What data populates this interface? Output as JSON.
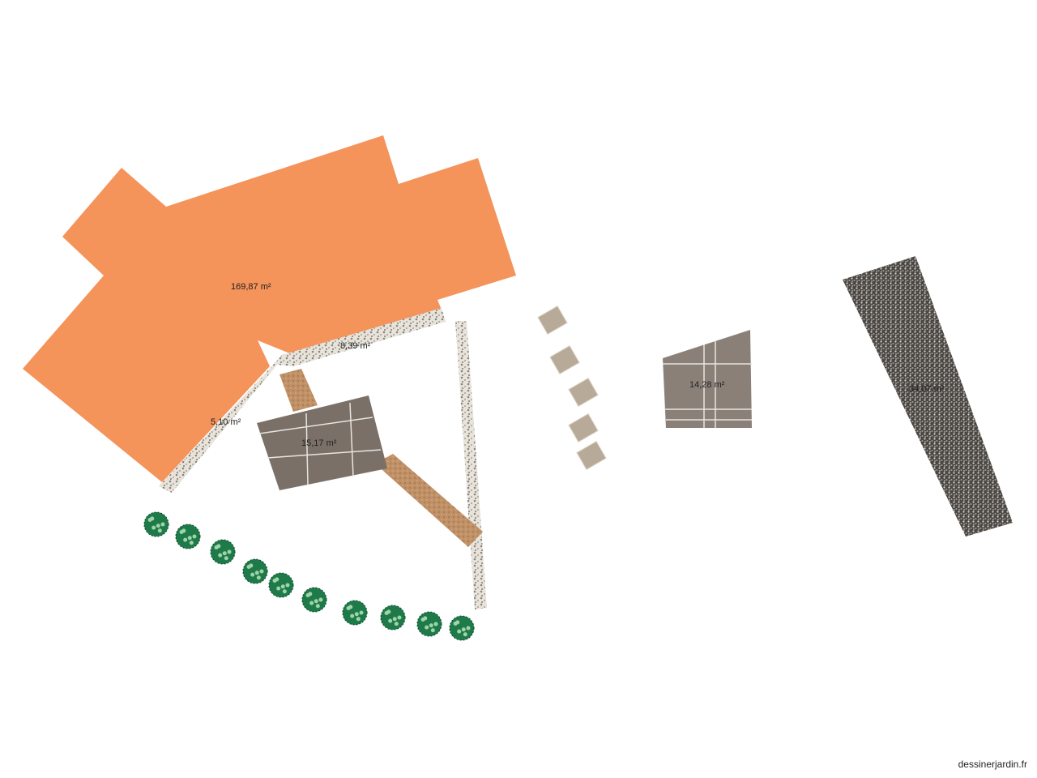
{
  "plan": {
    "areas": [
      {
        "id": "house",
        "label": "169,87 m²",
        "color": "#f4935a"
      },
      {
        "id": "gravel-border-top",
        "label": "8,39 m²"
      },
      {
        "id": "gravel-border-left",
        "label": "5,10 m²"
      },
      {
        "id": "patio-left",
        "label": "15,17 m²",
        "color": "#7a7068"
      },
      {
        "id": "patio-right",
        "label": "14,28 m²",
        "color": "#8a8078"
      },
      {
        "id": "gravel-strip",
        "label": "34,07 m²",
        "color": "#5a5550"
      }
    ],
    "trees": {
      "count": 10,
      "color": "#1f7a4a"
    },
    "steppers": {
      "count": 5
    }
  },
  "watermark": "dessinerjardin.fr"
}
